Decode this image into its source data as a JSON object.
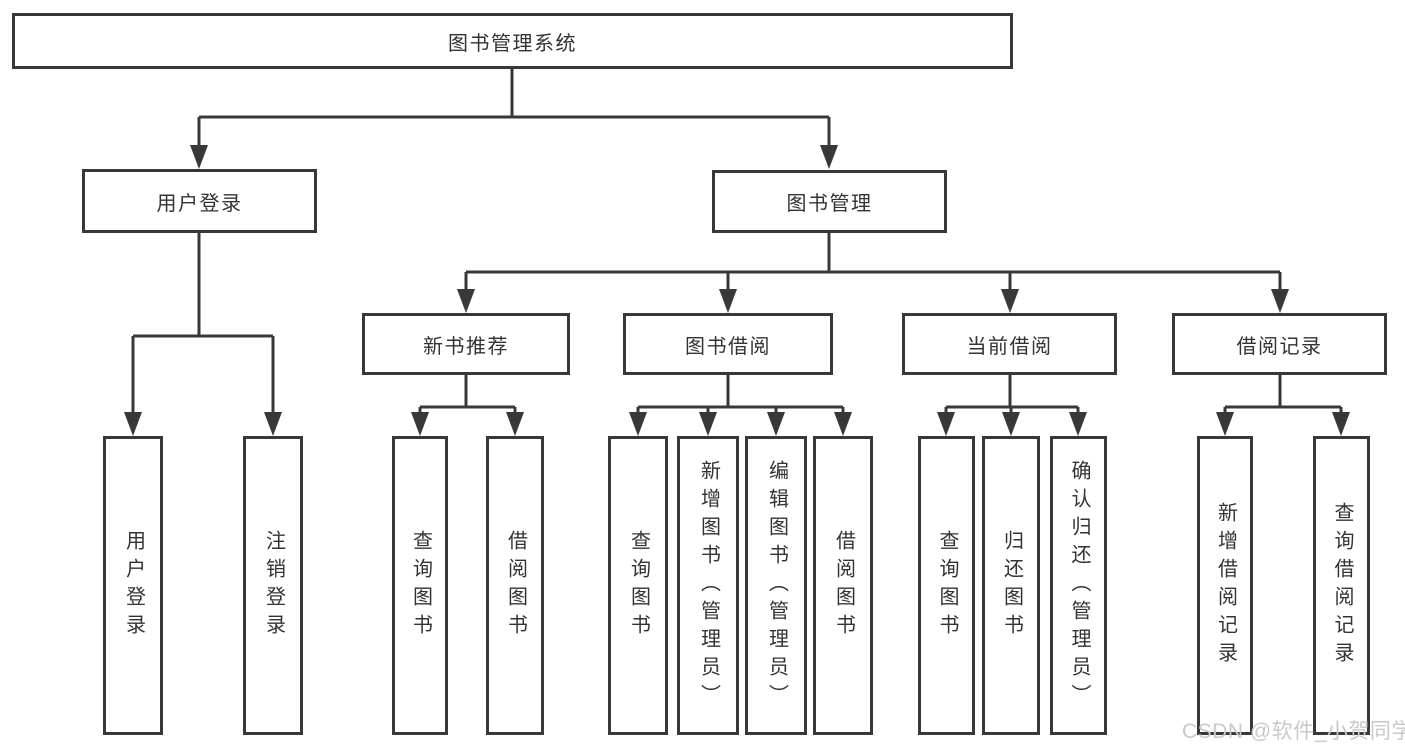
{
  "tree": {
    "root": {
      "label": "图书管理系统"
    },
    "branches": [
      {
        "label": "用户登录",
        "children": [
          {
            "label": "用户登录"
          },
          {
            "label": "注销登录"
          }
        ]
      },
      {
        "label": "图书管理",
        "children": [
          {
            "label": "新书推荐",
            "children": [
              {
                "label": "查询图书"
              },
              {
                "label": "借阅图书"
              }
            ]
          },
          {
            "label": "图书借阅",
            "children": [
              {
                "label": "查询图书"
              },
              {
                "label": "新增图书（管理员）"
              },
              {
                "label": "编辑图书（管理员）"
              },
              {
                "label": "借阅图书"
              }
            ]
          },
          {
            "label": "当前借阅",
            "children": [
              {
                "label": "查询图书"
              },
              {
                "label": "归还图书"
              },
              {
                "label": "确认归还（管理员）"
              }
            ]
          },
          {
            "label": "借阅记录",
            "children": [
              {
                "label": "新增借阅记录"
              },
              {
                "label": "查询借阅记录"
              }
            ]
          }
        ]
      }
    ]
  },
  "watermark": "CSDN @软件_小贺同学",
  "colors": {
    "line": "#383838",
    "border": "#383838",
    "text": "#333333",
    "watermark": "#c9c9c9",
    "background": "#ffffff"
  }
}
